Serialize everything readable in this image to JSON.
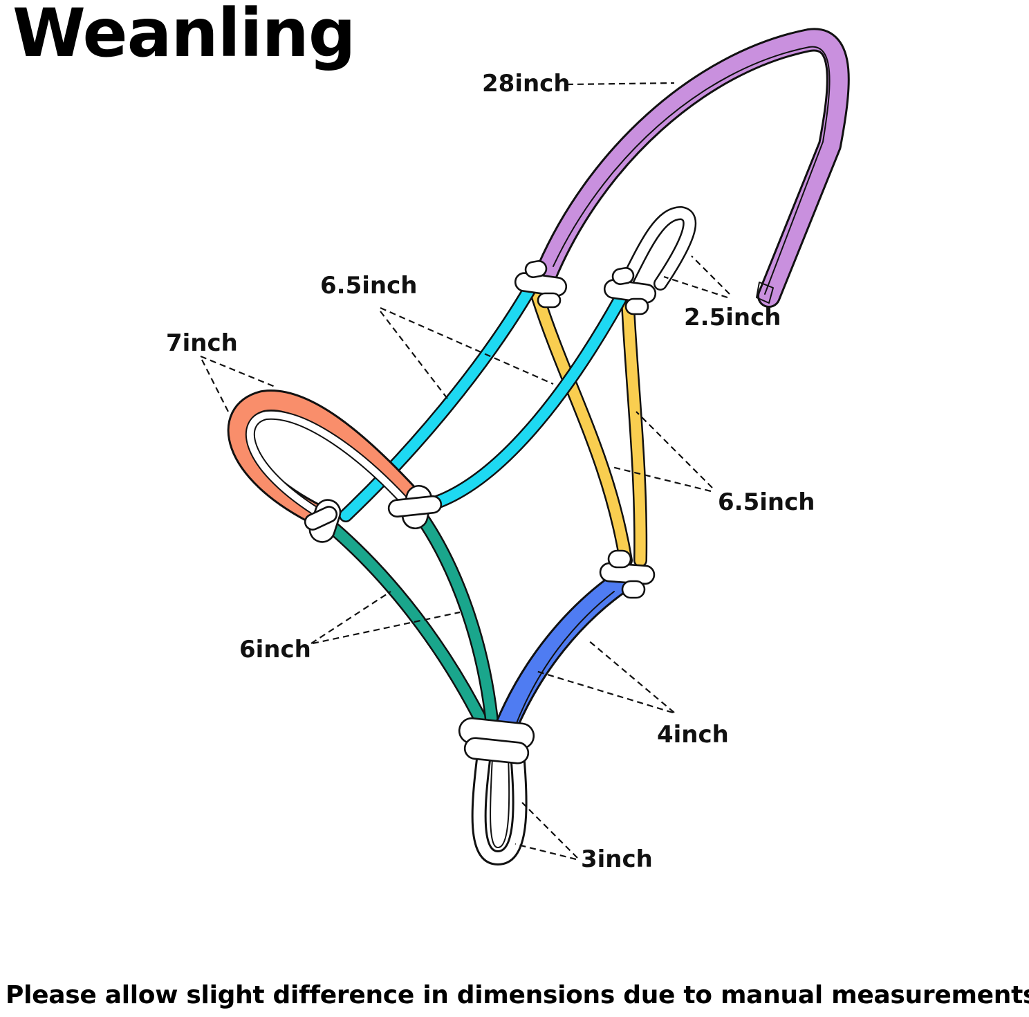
{
  "title": "Weanling",
  "footer": "Please allow slight difference in dimensions due to manual measurements.",
  "colors": {
    "crown": "#C990DE",
    "cheek": "#1ED9F2",
    "throat": "#F9CE50",
    "nose": "#F98E6B",
    "lower_cheek": "#1AA68C",
    "chin": "#4F7CF2",
    "loop": "#ffffff",
    "outline": "#111111"
  },
  "measurements": [
    {
      "id": "crown",
      "label": "28inch"
    },
    {
      "id": "cheek",
      "label": "6.5inch"
    },
    {
      "id": "eye-loop",
      "label": "2.5inch"
    },
    {
      "id": "nose",
      "label": "7inch"
    },
    {
      "id": "throat",
      "label": "6.5inch"
    },
    {
      "id": "lower-cheek",
      "label": "6inch"
    },
    {
      "id": "chin",
      "label": "4inch"
    },
    {
      "id": "tie-loop",
      "label": "3inch"
    }
  ]
}
